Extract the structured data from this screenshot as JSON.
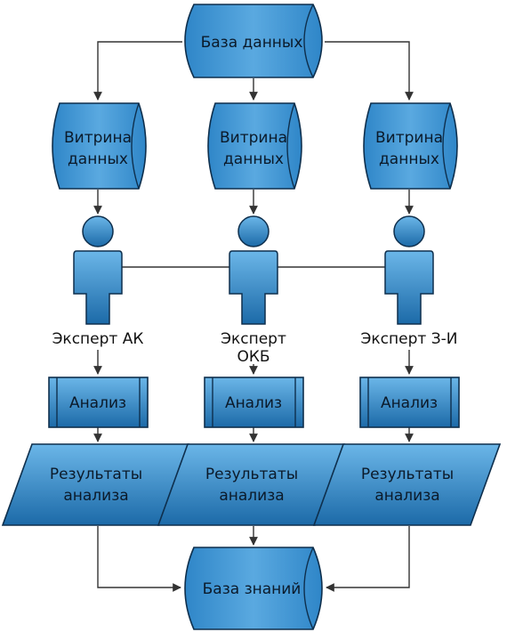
{
  "database": {
    "label": "База данных"
  },
  "data_marts": [
    {
      "line1": "Витрина",
      "line2": "данных"
    },
    {
      "line1": "Витрина",
      "line2": "данных"
    },
    {
      "line1": "Витрина",
      "line2": "данных"
    }
  ],
  "experts": [
    {
      "line1": "Эксперт АК",
      "line2": ""
    },
    {
      "line1": "Эксперт",
      "line2": "ОКБ"
    },
    {
      "line1": "Эксперт З-И",
      "line2": ""
    }
  ],
  "analysis": [
    {
      "label": "Анализ"
    },
    {
      "label": "Анализ"
    },
    {
      "label": "Анализ"
    }
  ],
  "results": [
    {
      "line1": "Результаты",
      "line2": "анализа"
    },
    {
      "line1": "Результаты",
      "line2": "анализа"
    },
    {
      "line1": "Результаты",
      "line2": "анализа"
    }
  ],
  "knowledge_base": {
    "label": "База знаний"
  },
  "colors": {
    "shape_fill_light": "#5aa9e0",
    "shape_fill_dark": "#1c6aa8",
    "shape_stroke": "#0e2f4d",
    "connector": "#333333"
  }
}
